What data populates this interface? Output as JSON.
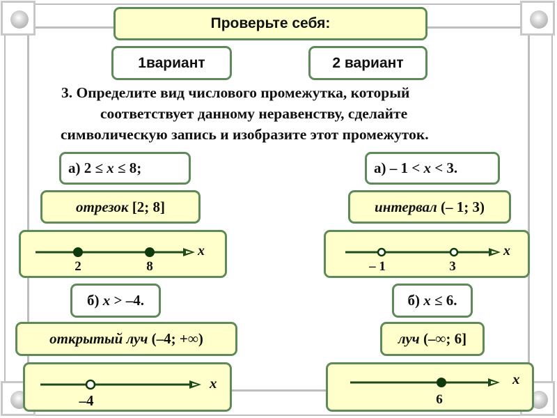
{
  "header": {
    "title": "Проверьте себя:",
    "variant1_label": "1вариант",
    "variant2_label": "2 вариант"
  },
  "task": {
    "lines": [
      "3. Определите вид числового промежутка, который",
      "соответствует данному неравенству, сделайте",
      "символическую запись и изобразите этот промежуток."
    ]
  },
  "variant1": {
    "a": {
      "prefix": "а) ",
      "inequality_pre": "2 ≤ ",
      "var": "x",
      "inequality_post": " ≤ 8;",
      "answer_name": "отрезок",
      "answer_notation": " [2; 8]",
      "axis_label": "x",
      "points": [
        {
          "value": 2,
          "label": "2",
          "filled": true
        },
        {
          "value": 8,
          "label": "8",
          "filled": true
        }
      ]
    },
    "b": {
      "prefix": "б) ",
      "var": "x",
      "inequality_post": " > –4.",
      "answer_name": "открытый луч",
      "answer_notation": " (–4; +∞)",
      "axis_label": "x",
      "points": [
        {
          "value": -4,
          "label": "–4",
          "filled": false
        }
      ]
    }
  },
  "variant2": {
    "a": {
      "prefix": "а) ",
      "inequality_pre": "– 1 < ",
      "var": "x",
      "inequality_post": " < 3.",
      "answer_name": "интервал",
      "answer_notation": " (– 1; 3)",
      "axis_label": "x",
      "points": [
        {
          "value": -1,
          "label": "– 1",
          "filled": false
        },
        {
          "value": 3,
          "label": "3",
          "filled": false
        }
      ]
    },
    "b": {
      "prefix": "б) ",
      "var": "x",
      "inequality_post": " ≤ 6.",
      "answer_name": "луч",
      "answer_notation": " (–∞; 6]",
      "axis_label": "x",
      "points": [
        {
          "value": 6,
          "label": "6",
          "filled": true
        }
      ]
    }
  },
  "colors": {
    "box_border": "#5e8a5a",
    "box_fill_yellow": "#ffffcc",
    "axis": "#1f4a1c",
    "frame": "#bdbdbd"
  }
}
